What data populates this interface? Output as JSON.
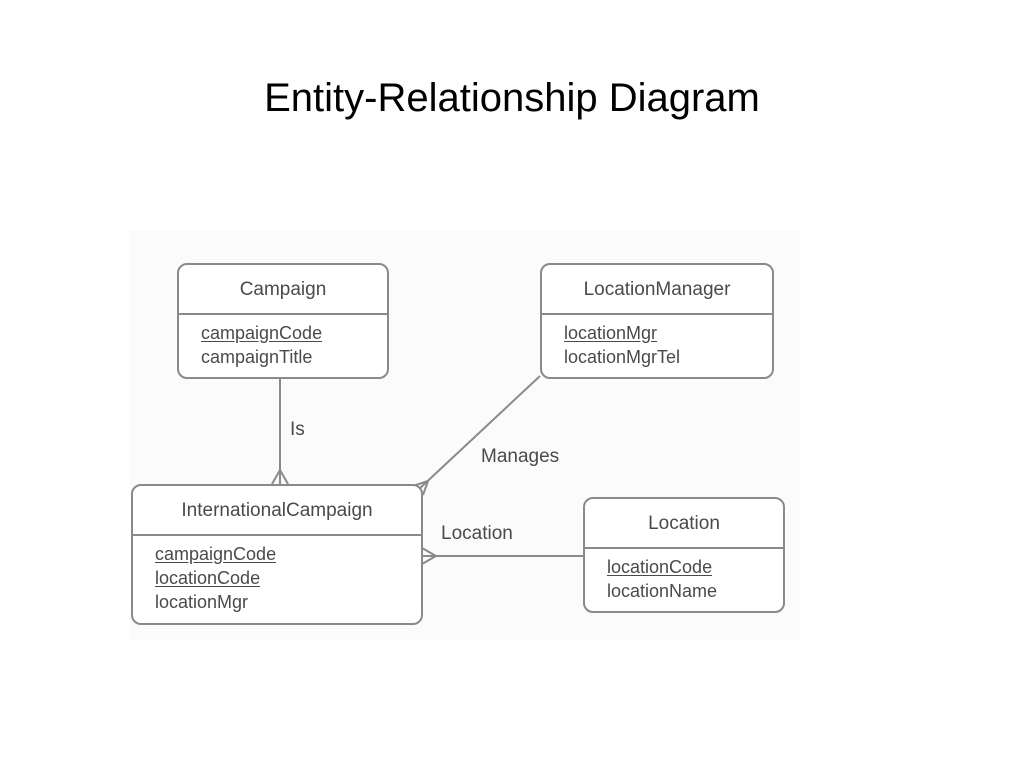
{
  "title": "Entity-Relationship Diagram",
  "entities": {
    "campaign": {
      "name": "Campaign",
      "attributes": [
        {
          "label": "campaignCode",
          "key": true
        },
        {
          "label": "campaignTitle",
          "key": false
        }
      ]
    },
    "location_manager": {
      "name": "LocationManager",
      "attributes": [
        {
          "label": "locationMgr",
          "key": true
        },
        {
          "label": "locationMgrTel",
          "key": false
        }
      ]
    },
    "international_campaign": {
      "name": "InternationalCampaign",
      "attributes": [
        {
          "label": "campaignCode",
          "key": true
        },
        {
          "label": "locationCode",
          "key": true
        },
        {
          "label": "locationMgr",
          "key": false
        }
      ]
    },
    "location": {
      "name": "Location",
      "attributes": [
        {
          "label": "locationCode",
          "key": true
        },
        {
          "label": "locationName",
          "key": false
        }
      ]
    }
  },
  "relationships": {
    "is": {
      "label": "Is",
      "from": "Campaign",
      "to": "InternationalCampaign"
    },
    "manages": {
      "label": "Manages",
      "from": "LocationManager",
      "to": "InternationalCampaign"
    },
    "location": {
      "label": "Location",
      "from": "Location",
      "to": "InternationalCampaign"
    }
  },
  "colors": {
    "line": "#8a8a8a",
    "text": "#4a4a4a"
  }
}
